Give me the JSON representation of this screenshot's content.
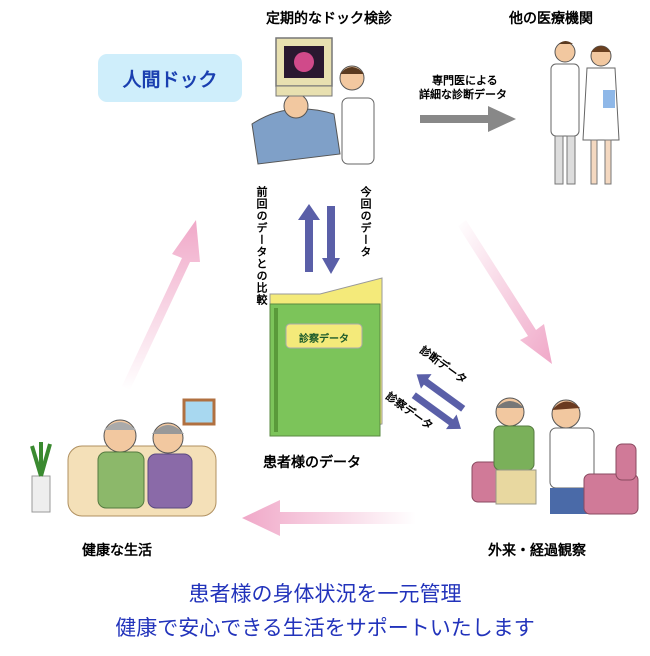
{
  "badge": {
    "label": "人間ドック"
  },
  "labels": {
    "checkup": "定期的なドック検診",
    "other_institution": "他の医療機関",
    "specialist_data_line1": "専門医による",
    "specialist_data_line2": "詳細な診断データ",
    "compare_previous": "前回のデータとの比較",
    "current_data": "今回のデータ",
    "folder_tag": "診察データ",
    "patient_data": "患者様のデータ",
    "diagnosis_data": "診断データ",
    "exam_data": "診察データ",
    "healthy_life": "健康な生活",
    "outpatient": "外来・経過観察"
  },
  "tagline": {
    "line1": "患者様の身体状況を一元管理",
    "line2": "健康で安心できる生活をサポートいたします"
  },
  "colors": {
    "badge_bg": "#cfeefb",
    "badge_text": "#1a3fb0",
    "pink_arrow": "#f0a8c8",
    "blue_arrow": "#5a5fa8",
    "gray_arrow": "#888888",
    "folder_green": "#7cc45a",
    "folder_yellow": "#f4ea7a",
    "tagline": "#2233bb"
  }
}
